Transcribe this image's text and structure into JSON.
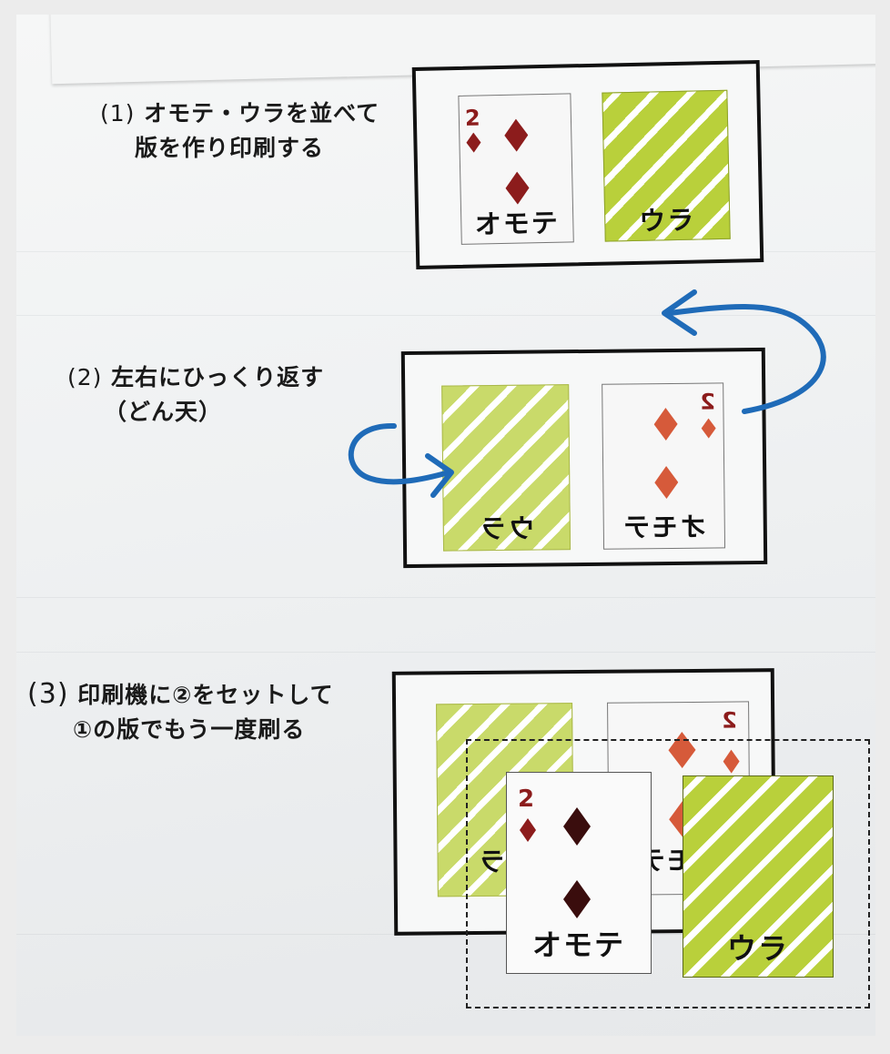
{
  "steps": [
    {
      "number": "1",
      "line1": "オモテ・ウラを並べて",
      "line2": "版を作り印刷する"
    },
    {
      "number": "2",
      "line1": "左右にひっくり返す",
      "line2": "（どん天）"
    },
    {
      "number": "3",
      "line1": "印刷機に②をセットして",
      "line2": "①の版でもう一度刷る"
    }
  ],
  "cards": {
    "front_label": "オモテ",
    "back_label": "ウラ",
    "rank": "2"
  },
  "colors": {
    "back_green": "#b9d03b",
    "diamond_dark": "#8c1c1c",
    "diamond_orange": "#d65a3a",
    "arrow_blue": "#1f6bb8"
  }
}
